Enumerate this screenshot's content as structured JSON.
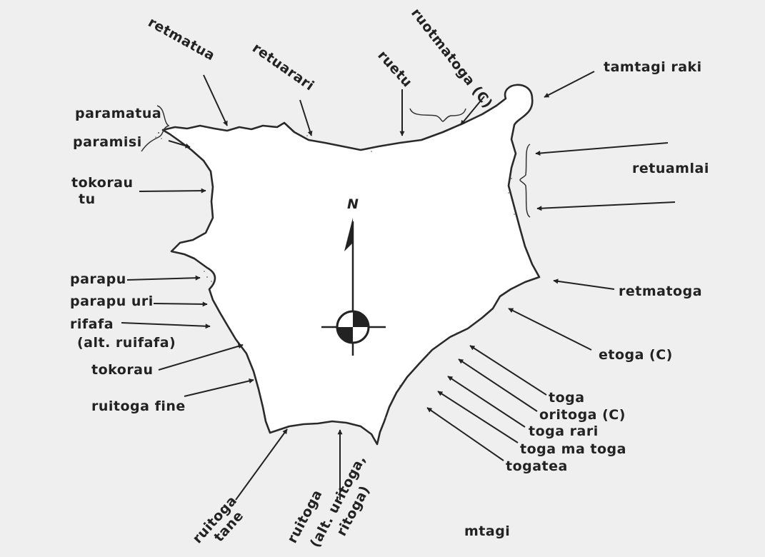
{
  "north_label": "N",
  "labels": {
    "retmatua": "retmatua",
    "retuarari": "retuarari",
    "ruetu": "ruetu",
    "ruotmatoga": "ruotmatoga (C)",
    "tamtagi_raki": "tamtagi raki",
    "paramatua": "paramatua",
    "paramisi": "paramisi",
    "retuamlai": "retuamlai",
    "tokorau_tu_1": "tokorau",
    "tokorau_tu_2": "tu",
    "parapu": "parapu",
    "parapu_uri": "parapu uri",
    "rifafa_1": "rifafa",
    "rifafa_2": "(alt. ruifafa)",
    "retmatoga": "retmatoga",
    "tokorau": "tokorau",
    "etoga": "etoga (C)",
    "ruitoga_fine": "ruitoga fine",
    "toga": "toga",
    "oritoga": "oritoga (C)",
    "toga_rari": "toga rari",
    "toga_ma_toga": "toga ma toga",
    "togatea": "togatea",
    "ruitoga_tane_1": "ruitoga",
    "ruitoga_tane_2": "tane",
    "ruitoga_1": "ruitoga",
    "ruitoga_2": "(alt. uritoga,",
    "ruitoga_3": "ritoga)",
    "mtagi": "mtagi"
  }
}
